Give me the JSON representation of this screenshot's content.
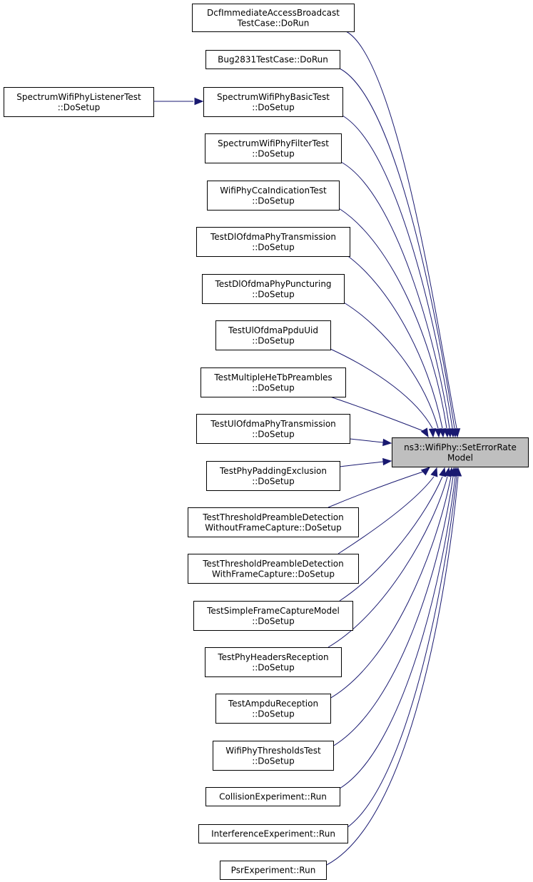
{
  "graph": {
    "edge_color": "#191970",
    "target_fill": "#bfbfbf",
    "target": {
      "lines": [
        "ns3::WifiPhy::SetErrorRate",
        "Model"
      ]
    },
    "nodes": [
      {
        "id": "dcf",
        "lines": [
          "DcfImmediateAccessBroadcast",
          "TestCase::DoRun"
        ]
      },
      {
        "id": "bug2831",
        "lines": [
          "Bug2831TestCase::DoRun"
        ]
      },
      {
        "id": "spectrum-basic",
        "lines": [
          "SpectrumWifiPhyBasicTest",
          "::DoSetup"
        ]
      },
      {
        "id": "spectrum-filter",
        "lines": [
          "SpectrumWifiPhyFilterTest",
          "::DoSetup"
        ]
      },
      {
        "id": "cca-indication",
        "lines": [
          "WifiPhyCcaIndicationTest",
          "::DoSetup"
        ]
      },
      {
        "id": "dl-ofdma-transmission",
        "lines": [
          "TestDlOfdmaPhyTransmission",
          "::DoSetup"
        ]
      },
      {
        "id": "dl-ofdma-puncturing",
        "lines": [
          "TestDlOfdmaPhyPuncturing",
          "::DoSetup"
        ]
      },
      {
        "id": "ul-ofdma-ppdu-uid",
        "lines": [
          "TestUlOfdmaPpduUid",
          "::DoSetup"
        ]
      },
      {
        "id": "multiple-he-tb-preambles",
        "lines": [
          "TestMultipleHeTbPreambles",
          "::DoSetup"
        ]
      },
      {
        "id": "ul-ofdma-transmission",
        "lines": [
          "TestUlOfdmaPhyTransmission",
          "::DoSetup"
        ]
      },
      {
        "id": "padding-exclusion",
        "lines": [
          "TestPhyPaddingExclusion",
          "::DoSetup"
        ]
      },
      {
        "id": "threshold-without-capture",
        "lines": [
          "TestThresholdPreambleDetection",
          "WithoutFrameCapture::DoSetup"
        ]
      },
      {
        "id": "threshold-with-capture",
        "lines": [
          "TestThresholdPreambleDetection",
          "WithFrameCapture::DoSetup"
        ]
      },
      {
        "id": "simple-frame-capture",
        "lines": [
          "TestSimpleFrameCaptureModel",
          "::DoSetup"
        ]
      },
      {
        "id": "headers-reception",
        "lines": [
          "TestPhyHeadersReception",
          "::DoSetup"
        ]
      },
      {
        "id": "ampdu-reception",
        "lines": [
          "TestAmpduReception",
          "::DoSetup"
        ]
      },
      {
        "id": "thresholds-test",
        "lines": [
          "WifiPhyThresholdsTest",
          "::DoSetup"
        ]
      },
      {
        "id": "collision-experiment",
        "lines": [
          "CollisionExperiment::Run"
        ]
      },
      {
        "id": "interference-experiment",
        "lines": [
          "InterferenceExperiment::Run"
        ]
      },
      {
        "id": "psr-experiment",
        "lines": [
          "PsrExperiment::Run"
        ]
      },
      {
        "id": "spectrum-listener",
        "lines": [
          "SpectrumWifiPhyListenerTest",
          "::DoSetup"
        ]
      }
    ]
  }
}
